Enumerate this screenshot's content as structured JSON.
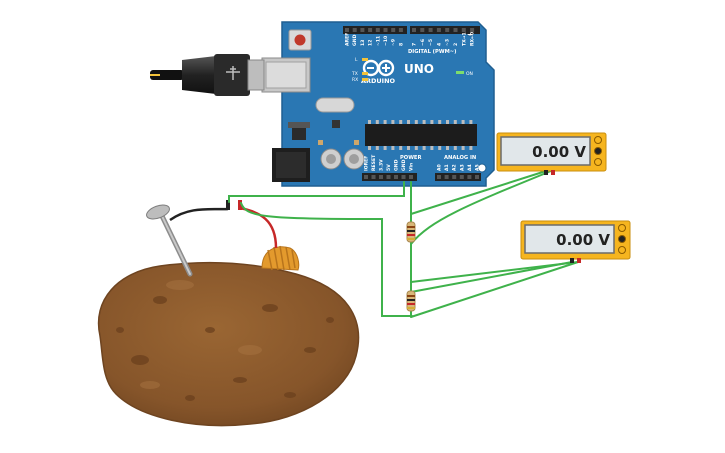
{
  "board": {
    "brand": "ARDUINO",
    "model": "UNO",
    "digital_header": "DIGITAL (PWM~)",
    "on_label": "ON",
    "power_label": "POWER",
    "analog_label": "ANALOG IN",
    "led_l": "L",
    "led_tx": "TX",
    "led_rx": "RX",
    "digital_pins": [
      "AREF",
      "GND",
      "13",
      "12",
      "~11",
      "~10",
      "~9",
      "8",
      "7",
      "~6",
      "~5",
      "4",
      "~3",
      "2",
      "TX→1",
      "RX←0"
    ],
    "power_pins": [
      "IOREF",
      "RESET",
      "3.3V",
      "5V",
      "GND",
      "GND",
      "Vin"
    ],
    "analog_pins": [
      "A0",
      "A1",
      "A2",
      "A3",
      "A4",
      "A5"
    ]
  },
  "multimeters": [
    {
      "reading": "0.00 V"
    },
    {
      "reading": "0.00 V"
    }
  ],
  "colors": {
    "board": "#2a77b3",
    "board_edge": "#1f5f91",
    "wire_green": "#3fb24b",
    "wire_red": "#c62828",
    "meter_body": "#f6b51f",
    "potato": "#8b5a2b"
  }
}
